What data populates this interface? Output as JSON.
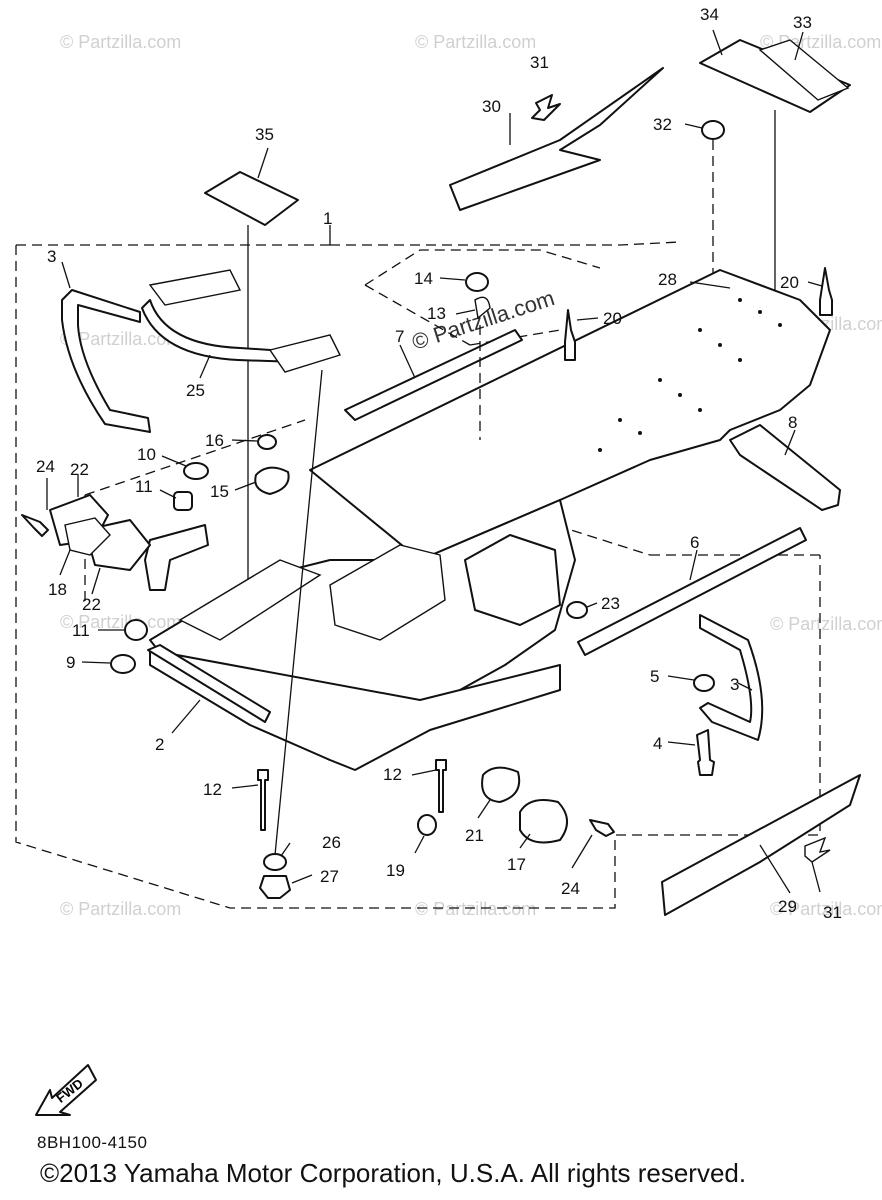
{
  "watermark": "© Partzilla.com",
  "callouts": [
    "1",
    "2",
    "3",
    "3",
    "4",
    "5",
    "6",
    "7",
    "8",
    "9",
    "10",
    "11",
    "11",
    "12",
    "12",
    "13",
    "14",
    "15",
    "16",
    "17",
    "18",
    "19",
    "20",
    "20",
    "21",
    "22",
    "22",
    "23",
    "24",
    "24",
    "25",
    "26",
    "27",
    "28",
    "29",
    "30",
    "31",
    "31",
    "32",
    "33",
    "34",
    "35"
  ],
  "fwd_label": "FWD",
  "diagram_code": "8BH100-4150",
  "copyright": "©2013  Yamaha Motor Corporation, U.S.A. All rights reserved."
}
